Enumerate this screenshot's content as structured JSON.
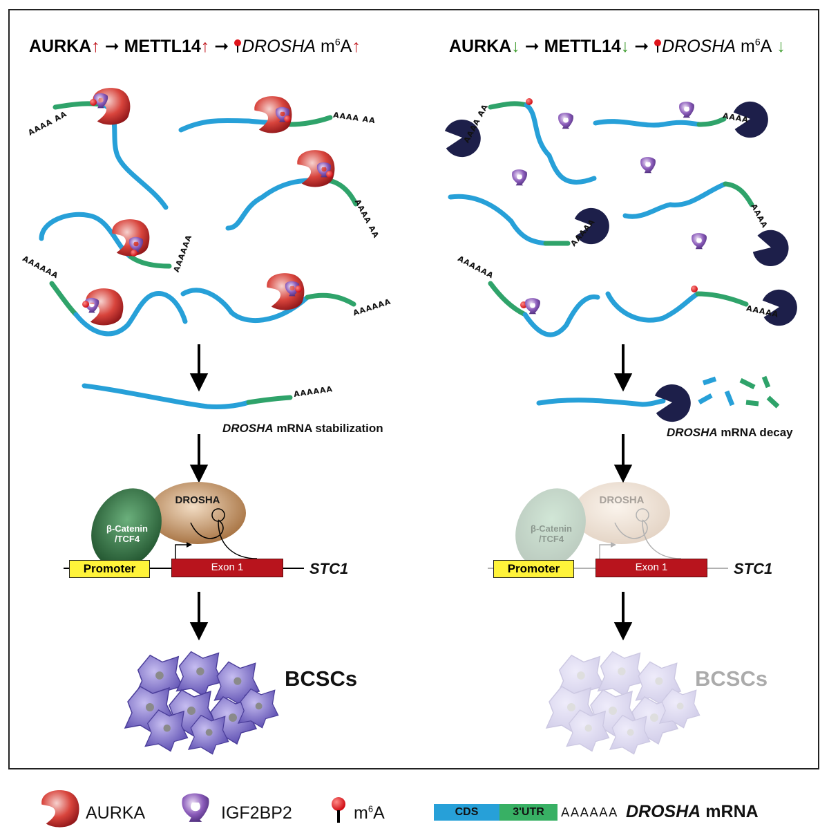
{
  "left_header": {
    "aurka": "AURKA",
    "mettl14": "METTL14",
    "drosha": "DROSHA",
    "m6a_prefix": "m",
    "m6a_sup": "6",
    "m6a_suffix": "A",
    "arrow_up": "↑",
    "arrow_right": "➞"
  },
  "right_header": {
    "aurka": "AURKA",
    "mettl14": "METTL14",
    "drosha": "DROSHA",
    "m6a_prefix": "m",
    "m6a_sup": "6",
    "m6a_suffix": "A",
    "arrow_down": "↓",
    "arrow_right": "➞"
  },
  "polya": {
    "short": "AAAA AA",
    "long": "AAAAAA",
    "four": "AAAA",
    "five": "AAAAA"
  },
  "left_caption": {
    "gene": "DROSHA",
    "text": " mRNA stabilization"
  },
  "right_caption": {
    "gene": "DROSHA",
    "text": " mRNA decay"
  },
  "complex": {
    "catenin_line1": "β-Catenin",
    "catenin_line2": "/TCF4",
    "drosha": "DROSHA",
    "promoter": "Promoter",
    "exon": "Exon 1",
    "gene": "STC1"
  },
  "outcome": {
    "left": "BCSCs",
    "right": "BCSCs"
  },
  "legend": {
    "aurka": "AURKA",
    "igf2bp2": "IGF2BP2",
    "m6a_prefix": "m",
    "m6a_sup": "6",
    "m6a_suffix": "A",
    "cds": "CDS",
    "utr": "3'UTR",
    "polya": "AAAAAA",
    "mrna_gene": "DROSHA",
    "mrna_text": " mRNA"
  },
  "colors": {
    "cds": "#27a0d8",
    "utr": "#38b064",
    "aurka": "#c8282c",
    "igf2bp2": "#7a4aa6",
    "m6a": "#e0141b",
    "decay_enzyme": "#1d1f4a",
    "up_arrow": "#c0181f",
    "down_arrow": "#3a9a2a",
    "promoter": "#fff33a",
    "exon": "#b8141d",
    "catenin": "#2e6b3a",
    "drosha_protein": "#b07b48",
    "cells": "#7a6cc8"
  }
}
